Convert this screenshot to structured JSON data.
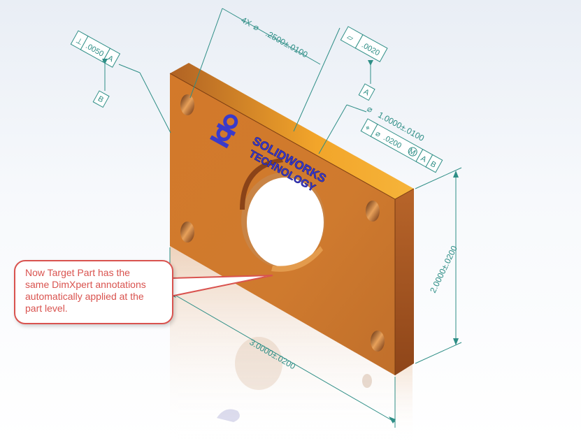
{
  "callout": {
    "text": "Now Target Part has the\nsame DimXpert annotations\nautomatically applied at the\npart level."
  },
  "logo": {
    "line1": "SOLIDWORKS",
    "line2": "TECHNOLOGY"
  },
  "annotations": {
    "hole_pattern": {
      "count": "4X",
      "symbol": "⌀",
      "value": ".2500±.0100"
    },
    "perpendicularity": {
      "symbol": "⊥",
      "tolerance": ".0050",
      "datum_ref": "A",
      "datum_label": "B"
    },
    "flatness": {
      "symbol": "▱",
      "tolerance": ".0020",
      "datum_label": "A"
    },
    "center_hole": {
      "size_symbol": "⌀",
      "size": "1.0000±.0100",
      "position_symbol": "⌖",
      "position_diameter": "⌀",
      "position_tolerance": ".0200",
      "modifier": "M",
      "datum_1": "A",
      "datum_2": "B"
    },
    "height": {
      "value": "2.0000±.0200"
    },
    "width": {
      "value": "3.0000±.0200"
    }
  },
  "colors": {
    "part_front": "#cf7a2e",
    "part_top": "#eea02a",
    "part_side": "#a3541e",
    "annotation": "#2e8e86",
    "callout": "#d9534f",
    "logo": "#3a3acb"
  }
}
